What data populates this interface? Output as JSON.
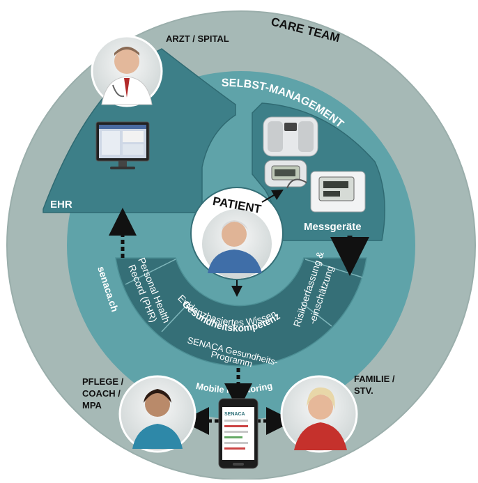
{
  "labels": {
    "care_team": "CARE TEAM",
    "arzt_spital": "ARZT / SPITAL",
    "selbst_management": "SELBST-MANAGEMENT",
    "ehr": "EHR",
    "patient": "PATIENT",
    "messgeraete": "Messgeräte",
    "phr_line1": "Personal Health",
    "phr_line2": "Record (PHR)",
    "evidenz_line1": "Evidenzbasiertes Wissen",
    "evidenz_line2": "Gesundheitskompetenz",
    "risiko_line1": "Risikoerfassung &",
    "risiko_line2": "-einschätzung",
    "senaca_prog_line1": "SENACA Gesundheits-",
    "senaca_prog_line2": "Programm",
    "senaca_ch": "senaca.ch",
    "mobile_monitoring": "Mobile  Monitoring",
    "pflege_line1": "PFLEGE /",
    "pflege_line2": "COACH /",
    "pflege_line3": "MPA",
    "familie_line1": "FAMILIE /",
    "familie_line2": "STV.",
    "phone_brand": "SENACA"
  },
  "colors": {
    "outer_ring": "#a6b9b6",
    "mid_ring": "#5fa3a9",
    "sector": "#3d7f88",
    "inner_band": "#346f77",
    "white": "#ffffff",
    "text_dark": "#111111"
  },
  "icons": {
    "doctor": "doctor-photo",
    "patient": "patient-photo",
    "nurse": "nurse-photo",
    "family": "family-photo",
    "computer": "computer-monitor-icon",
    "scale": "body-scale-icon",
    "pedometer": "pedometer-icon",
    "blood_pressure": "blood-pressure-monitor-icon",
    "phone": "smartphone-icon"
  }
}
